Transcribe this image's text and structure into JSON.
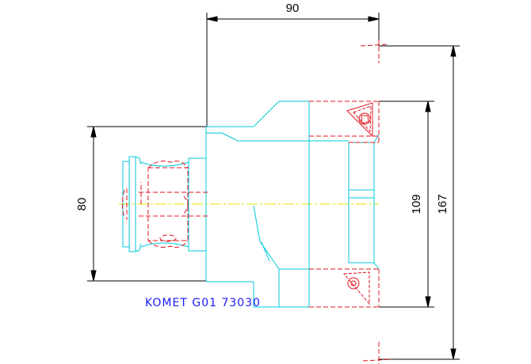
{
  "drawing": {
    "caption": "KOMET G01 73030",
    "dimensions": {
      "top_width": "90",
      "left_height": "80",
      "inner_height": "109",
      "outer_height": "167"
    },
    "colors": {
      "outline": "#00c8dc",
      "hidden": "#e0141e",
      "dimension": "#000000",
      "centerline": "#e6e600",
      "caption": "#1a1aff"
    }
  }
}
